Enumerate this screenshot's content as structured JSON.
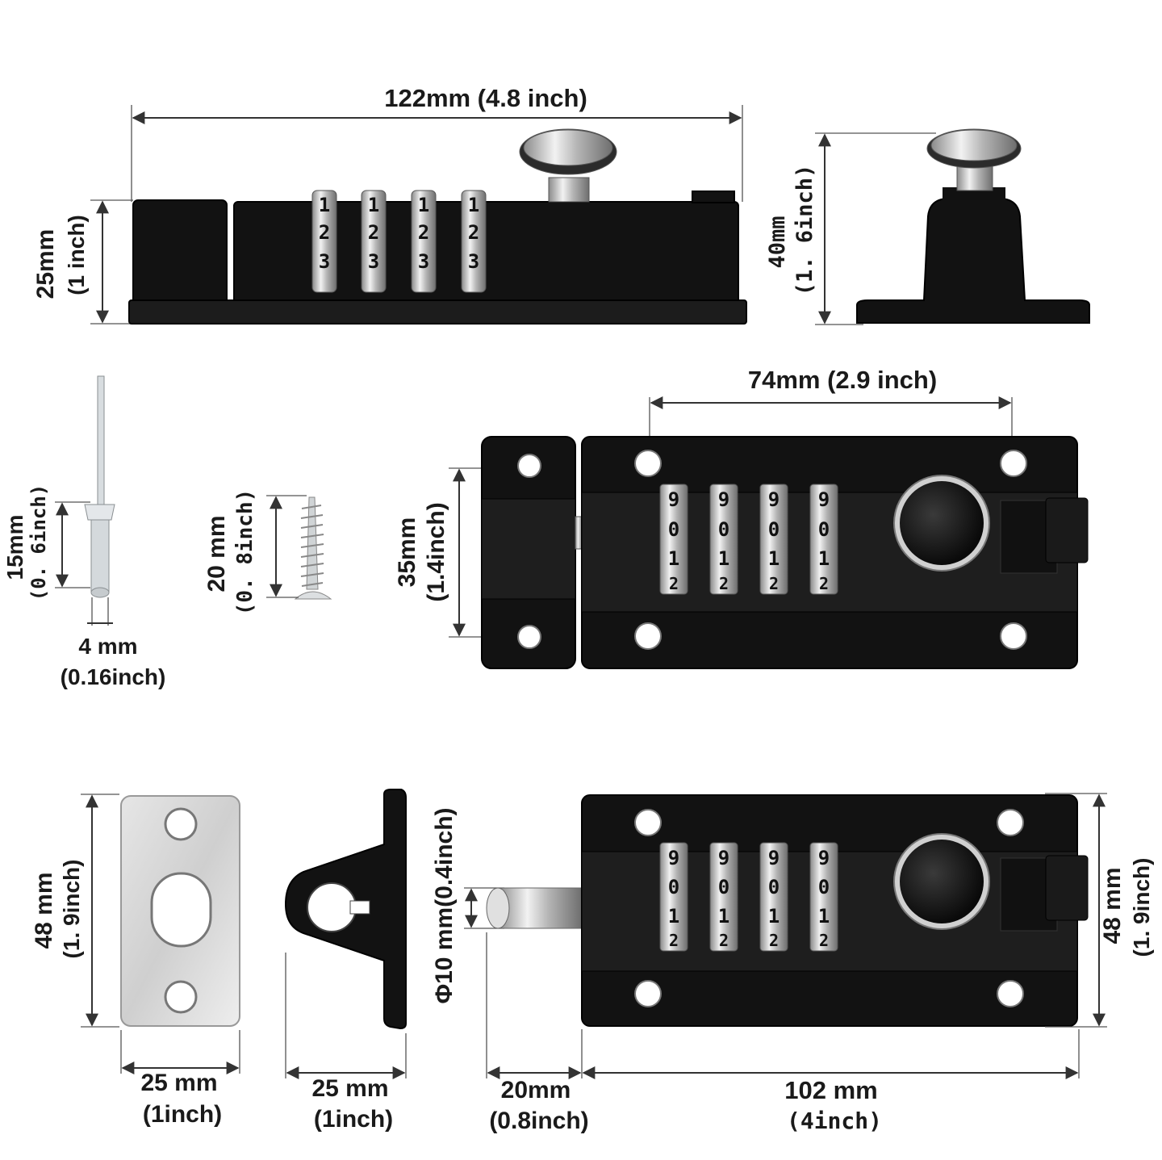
{
  "dimensions": {
    "top_length": "122mm  (4.8 inch)",
    "top_height_mm": "25mm",
    "top_height_in": "(1 inch)",
    "side_height_mm": "40mm",
    "side_height_in": "(1. 6inch)",
    "hole_spacing": "74mm  (2.9 inch)",
    "front_height_mm": "35mm",
    "front_height_in": "(1.4inch)",
    "rivet_length_mm": "15mm",
    "rivet_length_in": "(0. 6inch)",
    "rivet_dia_mm": "4 mm",
    "rivet_dia_in": "(0.16inch)",
    "screw_length_mm": "20 mm",
    "screw_length_in": "(0. 8inch)",
    "plate_height_mm": "48 mm",
    "plate_height_in": "(1. 9inch)",
    "plate_width_mm": "25 mm",
    "plate_width_in": "(1inch)",
    "bracket_width_mm": "25 mm",
    "bracket_width_in": "(1inch)",
    "bolt_dia": "Φ10 mm(0.4inch)",
    "bolt_extension_mm": "20mm",
    "bolt_extension_in": "(0.8inch)",
    "body_length_mm": "102 mm",
    "body_length_in": "(4inch)",
    "body_height_mm": "48 mm",
    "body_height_in": "(1. 9inch)"
  },
  "dial_digits_top": [
    "1",
    "2",
    "3"
  ],
  "dial_digits_front": [
    "9",
    "0",
    "1",
    "2"
  ],
  "colors": {
    "body": "#121212",
    "chrome": "#c8c8c8",
    "plate": "#d9d9d9"
  }
}
